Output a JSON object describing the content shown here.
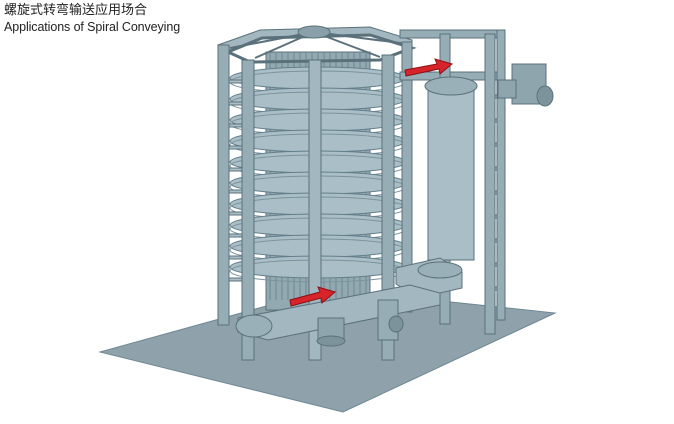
{
  "caption": {
    "title_zh": "螺旋式转弯输送应用场合",
    "title_en": "Applications of Spiral Conveying"
  },
  "colors": {
    "background": "#ffffff",
    "floor": "#8fa1ab",
    "frame": "#97adb6",
    "frame_dark": "#6e8893",
    "frame_edge": "#5a717b",
    "tier": "#a9bec7",
    "tier_edge": "#647f8a",
    "arrow": "#d6242a",
    "arrow_edge": "#8e1014",
    "text": "#222222"
  },
  "arrows": [
    {
      "name": "infeed-direction",
      "direction": "right"
    },
    {
      "name": "outfeed-direction",
      "direction": "right"
    }
  ]
}
